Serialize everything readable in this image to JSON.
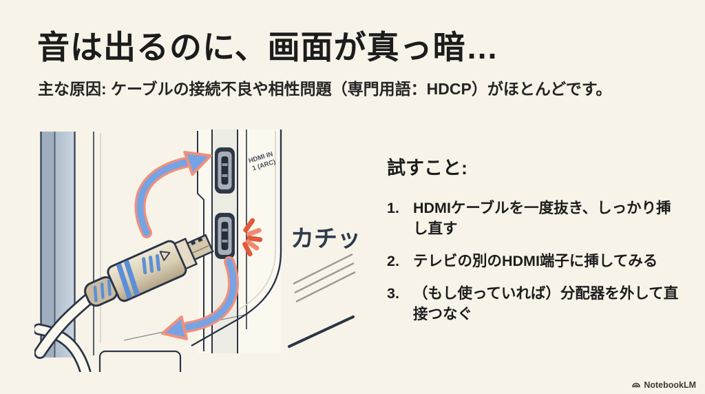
{
  "slide": {
    "title": "音は出るのに、画面が真っ暗…",
    "subtitle": "主な原因: ケーブルの接続不良や相性問題（専門用語：HDCP）がほとんどです。",
    "checklist": {
      "heading": "試すこと:",
      "items": [
        {
          "number": "1.",
          "text": "HDMIケーブルを一度抜き、しっかり挿し直す"
        },
        {
          "number": "2.",
          "text": "テレビの別のHDMI端子に挿してみる"
        },
        {
          "number": "3.",
          "text": "（もし使っていれば）分配器を外して直接つなぐ"
        }
      ]
    },
    "illustration": {
      "port_label_line1": "HDMI IN",
      "port_label_line2": "1 (ARC)",
      "sound_effect": "カチッ"
    },
    "footer": {
      "brand": "NotebookLM"
    },
    "colors": {
      "background": "#F7F3E8",
      "text": "#1C1C1C",
      "arrow_blue": "#76A3E4",
      "arrow_outline_salmon": "#F0907C",
      "click_orange": "#E2593C",
      "line_navy": "#2B3547",
      "connector_beige": "#D9CDB3",
      "panel_blue_gray": "#BFCBD8"
    }
  }
}
